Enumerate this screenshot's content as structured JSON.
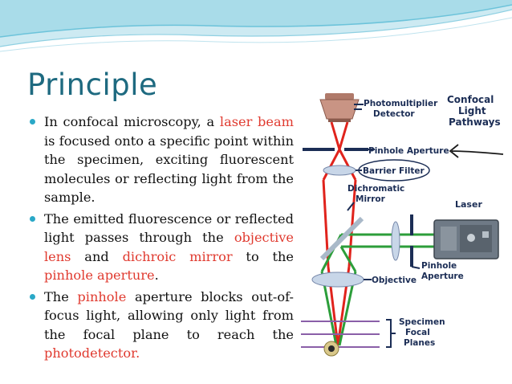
{
  "slide": {
    "title": "Principle",
    "colors": {
      "title": "#1e6a80",
      "highlight": "#e03a2f",
      "bullet": "#2aa8c7",
      "wave": "#a9dce9"
    },
    "bullets": [
      {
        "parts": [
          {
            "text": "In confocal microscopy, a "
          },
          {
            "text": "laser beam",
            "hl": true
          },
          {
            "text": " is focused onto a specific point within the specimen, exciting fluorescent molecules or reflecting light from the sample."
          }
        ]
      },
      {
        "parts": [
          {
            "text": "The emitted fluorescence or reflected light passes through the "
          },
          {
            "text": "objective lens",
            "hl": true
          },
          {
            "text": " and "
          },
          {
            "text": "dichroic mirror",
            "hl": true
          },
          {
            "text": " to the "
          },
          {
            "text": "pinhole aperture",
            "hl": true
          },
          {
            "text": "."
          }
        ]
      },
      {
        "parts": [
          {
            "text": "The "
          },
          {
            "text": "pinhole",
            "hl": true
          },
          {
            "text": " aperture blocks out-of-focus light, allowing only light from the focal plane to reach the "
          },
          {
            "text": "photodetector.",
            "hl": true
          }
        ]
      }
    ]
  },
  "diagram": {
    "labels": {
      "pmt_line1": "Photomultiplier",
      "pmt_line2": "Detector",
      "confocal_line1": "Confocal",
      "confocal_line2": "Light",
      "confocal_line3": "Pathways",
      "pinhole_aperture": "Pinhole Aperture",
      "barrier_filter": "Barrier Filter",
      "dichromatic_line1": "Dichromatic",
      "dichromatic_line2": "Mirror",
      "laser": "Laser",
      "pinhole_line1": "Pinhole",
      "pinhole_line2": "Aperture",
      "objective": "Objective",
      "specimen_line1": "Specimen",
      "specimen_line2": "Focal",
      "specimen_line3": "Planes"
    },
    "colors": {
      "label": "#1b2d55",
      "red_beam": "#e0231c",
      "green_beam": "#2c9e3a",
      "plane": "#8a5fa8"
    }
  }
}
